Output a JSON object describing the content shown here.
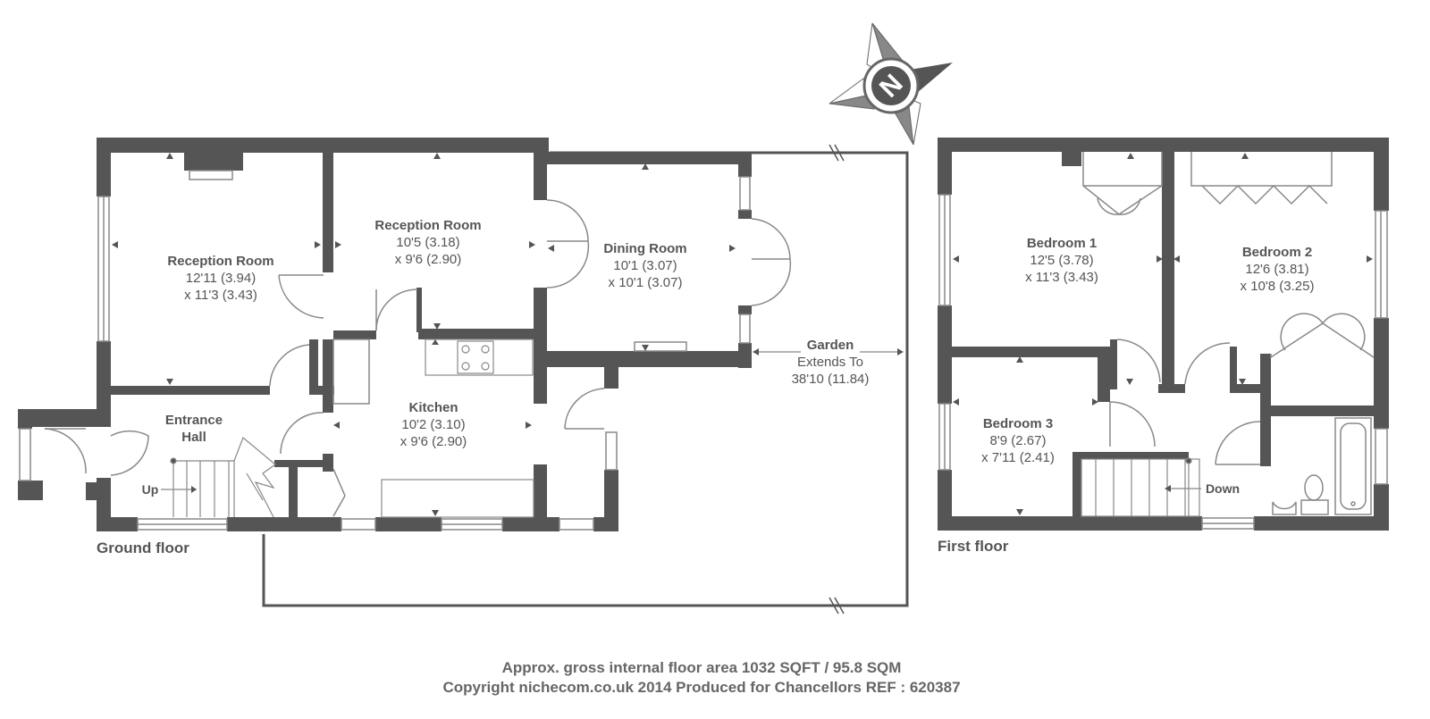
{
  "ground_floor": {
    "label": "Ground floor",
    "rooms": [
      {
        "name": "Reception Room",
        "dim1": "12'11 (3.94)",
        "dim2": "x 11'3 (3.43)"
      },
      {
        "name": "Reception Room",
        "dim1": "10'5 (3.18)",
        "dim2": "x 9'6 (2.90)"
      },
      {
        "name": "Dining Room",
        "dim1": "10'1 (3.07)",
        "dim2": "x 10'1 (3.07)"
      },
      {
        "name": "Kitchen",
        "dim1": "10'2 (3.10)",
        "dim2": "x 9'6 (2.90)"
      }
    ],
    "entrance_hall": {
      "line1": "Entrance",
      "line2": "Hall"
    },
    "stairs_label": "Up",
    "garden": {
      "name": "Garden",
      "line2": "Extends To",
      "line3": "38'10 (11.84)"
    }
  },
  "first_floor": {
    "label": "First floor",
    "rooms": [
      {
        "name": "Bedroom 1",
        "dim1": "12'5 (3.78)",
        "dim2": "x 11'3 (3.43)"
      },
      {
        "name": "Bedroom 2",
        "dim1": "12'6 (3.81)",
        "dim2": "x 10'8 (3.25)"
      },
      {
        "name": "Bedroom 3",
        "dim1": "8'9 (2.67)",
        "dim2": "x 7'11 (2.41)"
      }
    ],
    "stairs_label": "Down"
  },
  "compass": {
    "letter": "N"
  },
  "footer": {
    "line1": "Approx. gross internal floor area 1032 SQFT / 95.8 SQM",
    "line2": "Copyright nichecom.co.uk 2014 Produced for Chancellors REF : 620387"
  },
  "colors": {
    "wall": "#555555",
    "line": "#888888",
    "text": "#555555"
  }
}
